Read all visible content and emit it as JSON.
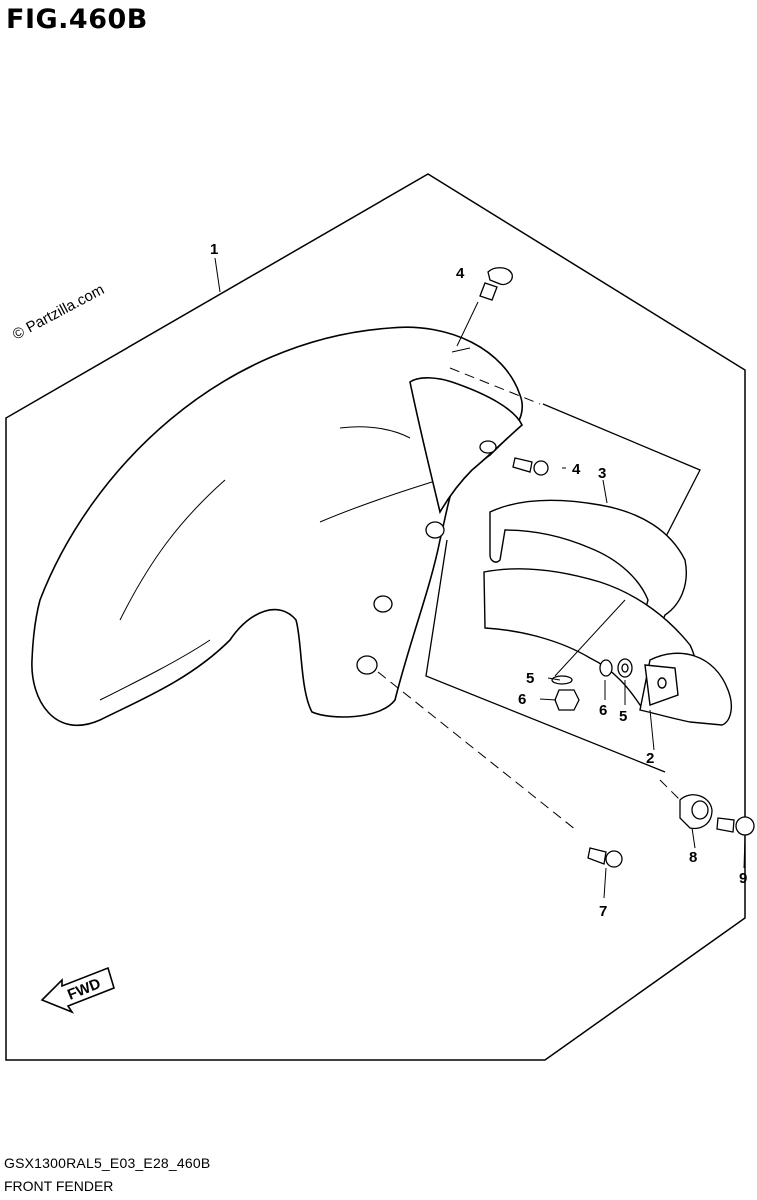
{
  "figure": {
    "title": "FIG.460B",
    "watermark": "© Partzilla.com",
    "fwd_label": "FWD",
    "model_code": "GSX1300RAL5_E03_E28_460B",
    "section_name": "FRONT FENDER"
  },
  "callouts": {
    "c1": "1",
    "c2": "2",
    "c3": "3",
    "c4a": "4",
    "c4b": "4",
    "c5a": "5",
    "c5b": "5",
    "c6a": "6",
    "c6b": "6",
    "c7": "7",
    "c8": "8",
    "c9": "9"
  }
}
